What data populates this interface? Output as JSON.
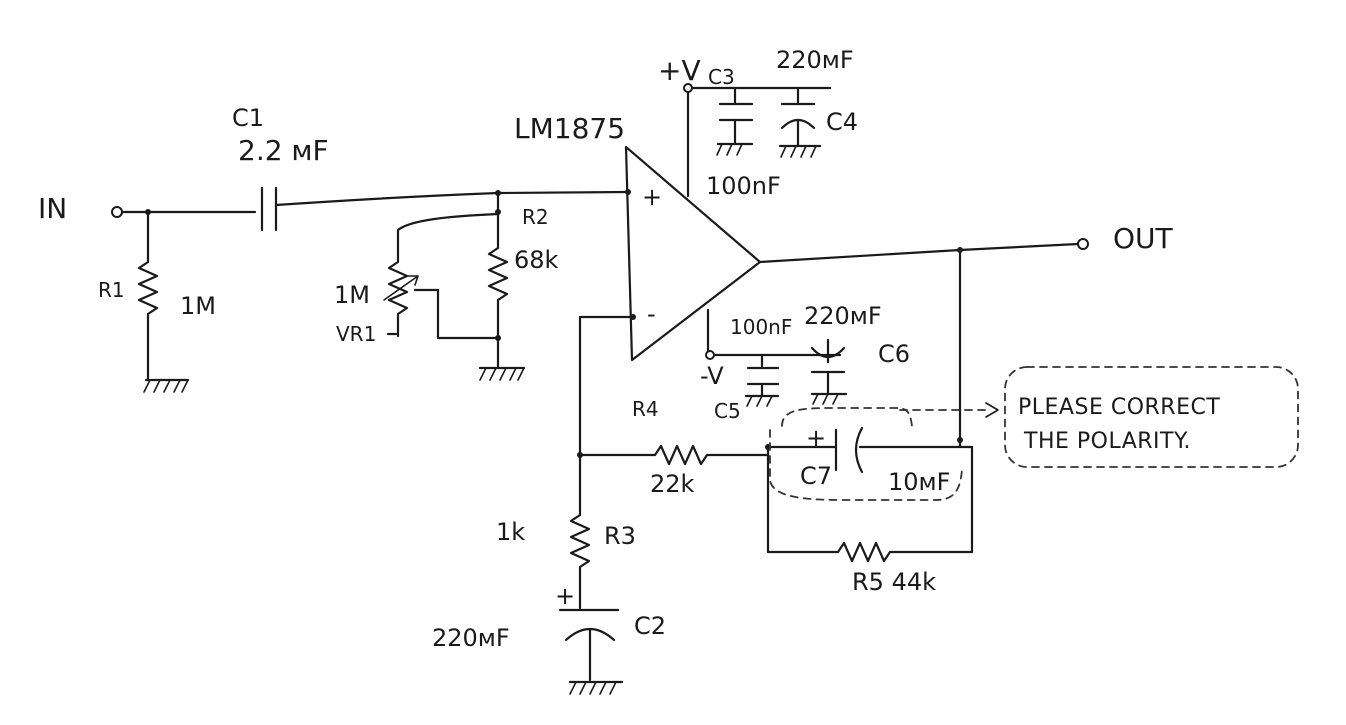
{
  "labels": {
    "in": "IN",
    "out": "OUT",
    "c1_name": "C1",
    "c1_value": "2.2 ᴍF",
    "r1_name": "R1",
    "r1_value": "1M",
    "vr1_name": "VR1",
    "vr1_value": "1M",
    "r2_name": "R2",
    "r2_value": "68k",
    "ic": "LM1875",
    "plus": "+",
    "minus": "-",
    "vcc": "+V",
    "vcc_sub": "C3",
    "c3_value": "100nF",
    "c4_value": "220ᴍF",
    "c4_name": "C4",
    "vee": "-V",
    "c5_name": "C5",
    "c5_value": "100nF",
    "c6_value": "220ᴍF",
    "c6_name": "C6",
    "r4_name": "R4",
    "r4_value": "22k",
    "r3_name": "R3",
    "r3_value": "1k",
    "c2_name": "C2",
    "c2_value": "220ᴍF",
    "c7_name": "C7",
    "c7_value": "10ᴍF",
    "r5_label": "R5 44k"
  },
  "note": {
    "line1": "PLEASE CORRECT",
    "line2": "THE POLARITY."
  }
}
